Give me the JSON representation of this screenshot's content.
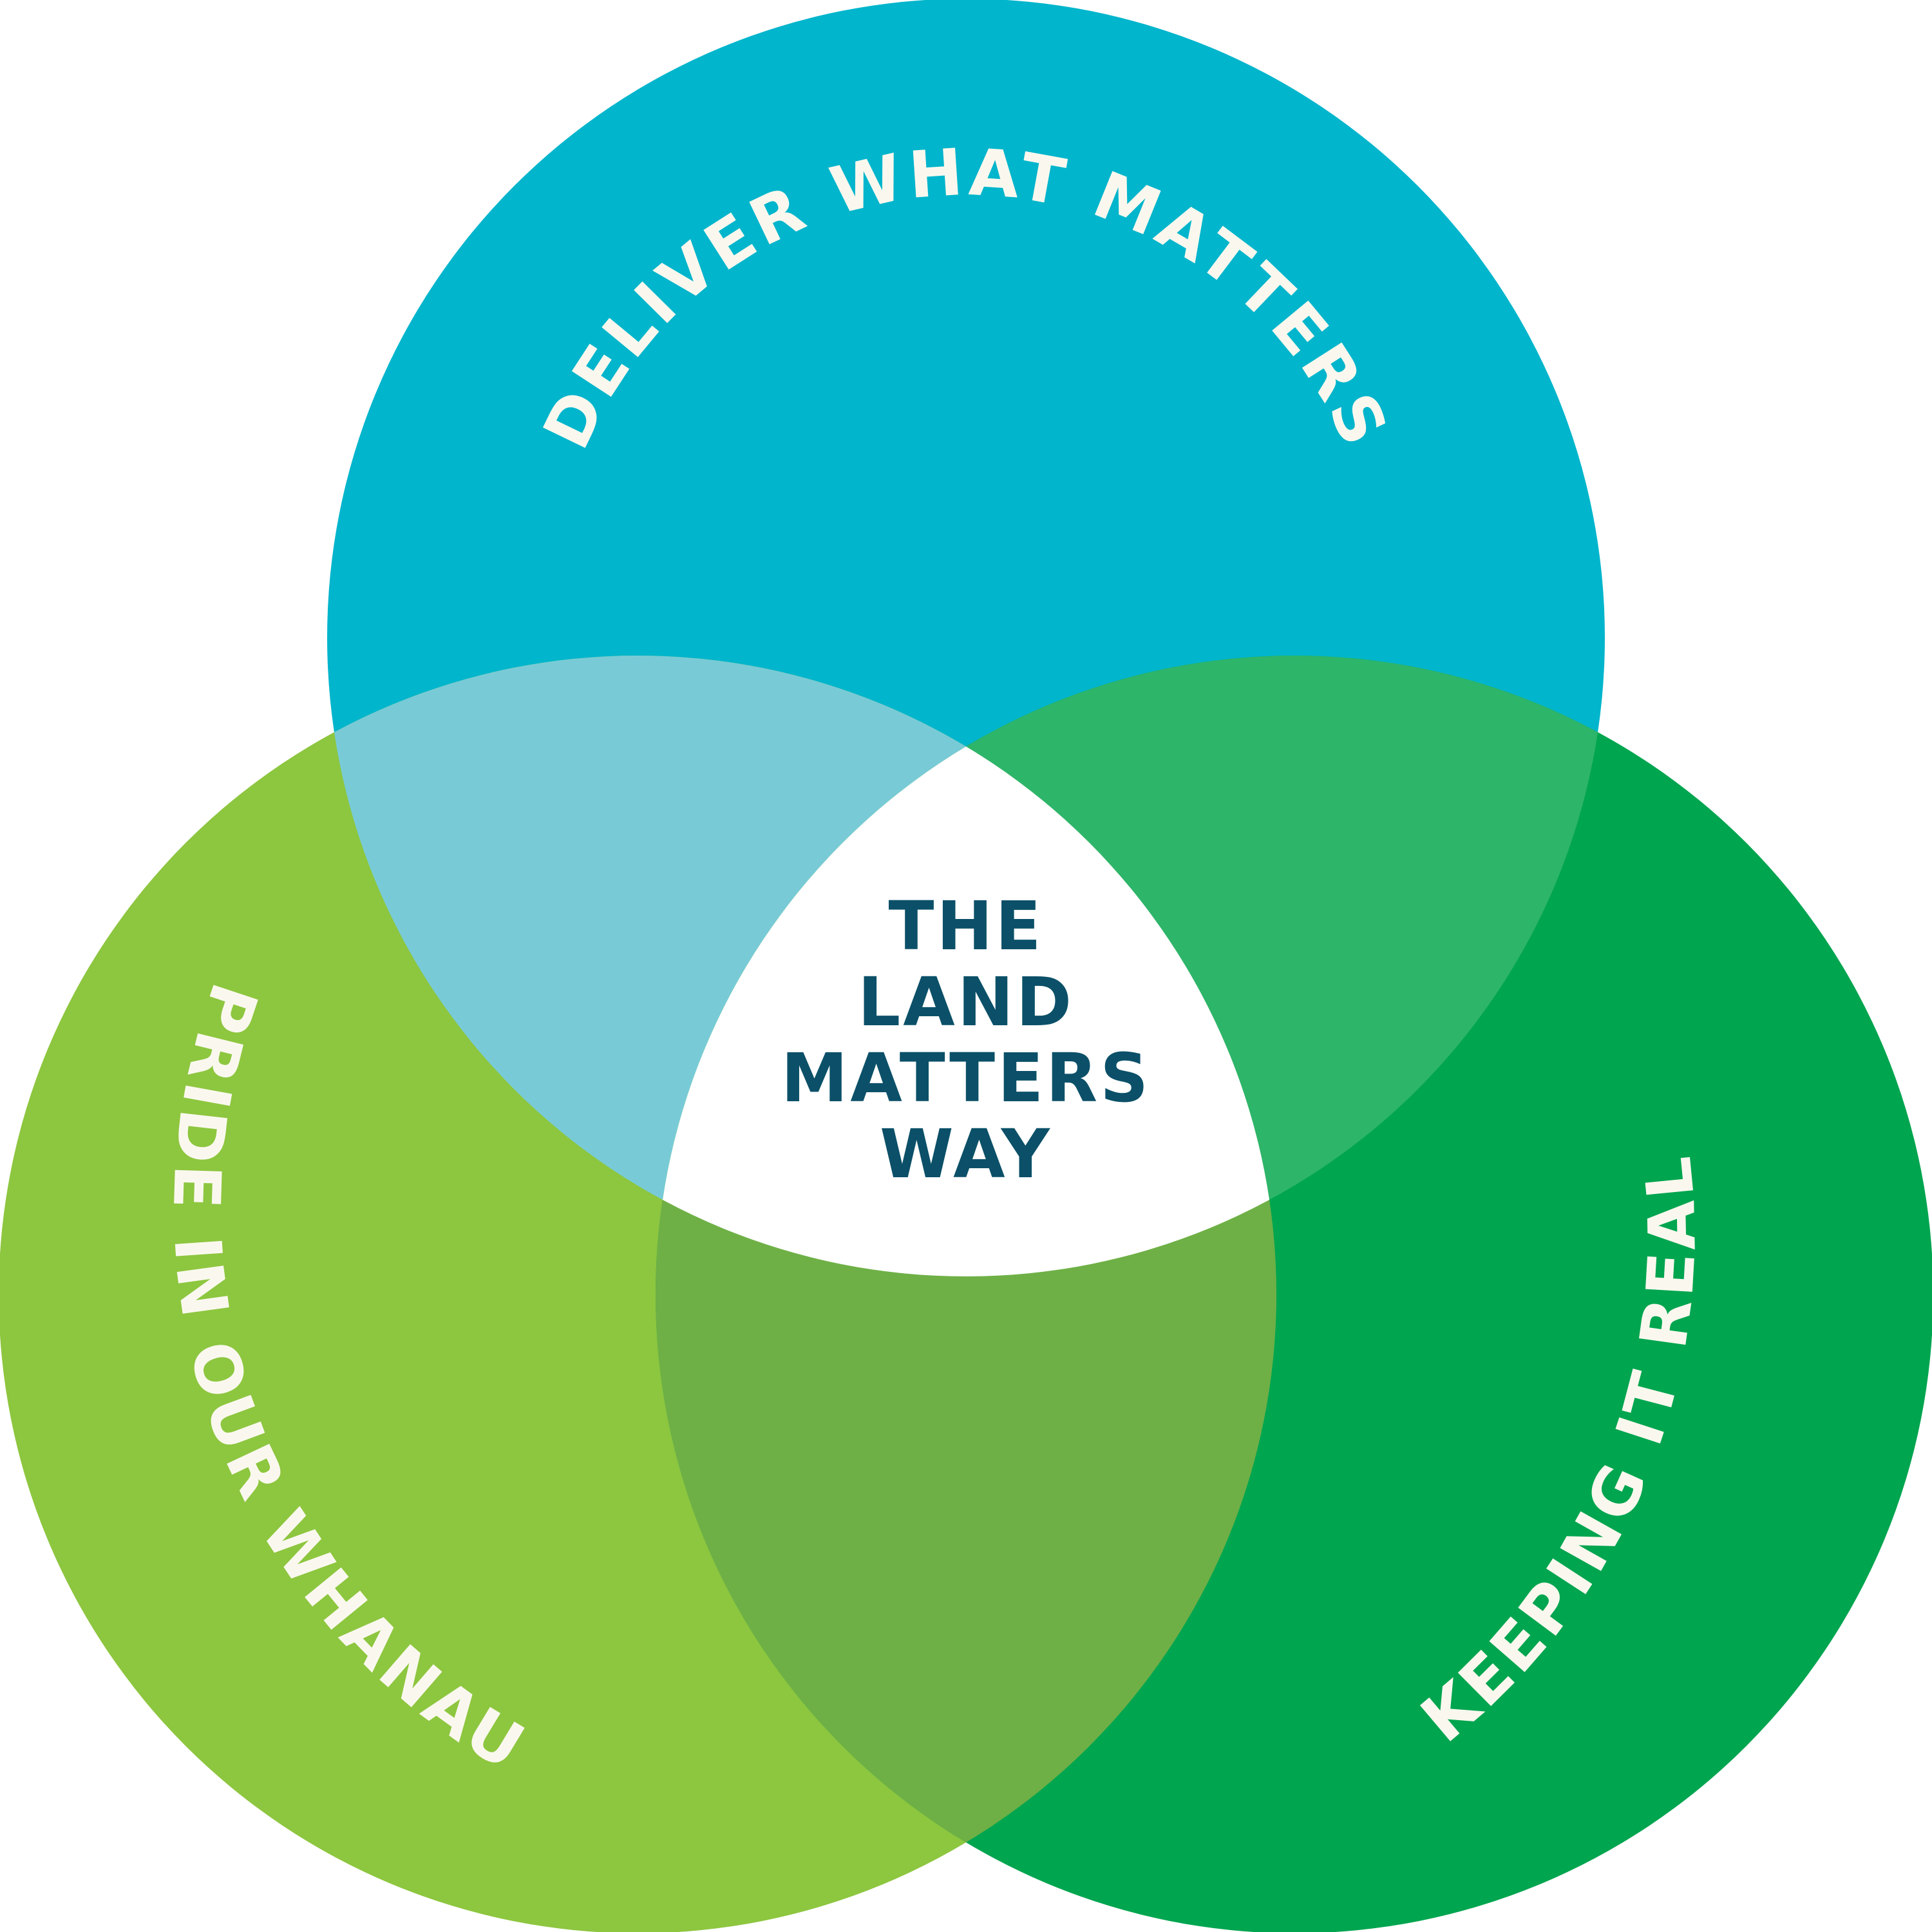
{
  "diagram": {
    "type": "venn-3",
    "circles": [
      {
        "id": "top",
        "label": "DELIVER WHAT MATTERS",
        "color": "#00B5CC"
      },
      {
        "id": "left",
        "label": "PRIDE IN OUR WHANAU",
        "color": "#8DC63F"
      },
      {
        "id": "right",
        "label": "KEEPING IT REAL",
        "color": "#00A54F"
      }
    ],
    "overlaps": {
      "top_left": "#78CBD6",
      "top_right": "#2DB56A",
      "left_right": "#6EB046",
      "center": "#FFFFFF"
    },
    "label_color": "#FAF8EE",
    "center": {
      "lines": [
        "THE",
        "LAND",
        "MATTERS",
        "WAY"
      ],
      "color": "#0B5068"
    }
  }
}
